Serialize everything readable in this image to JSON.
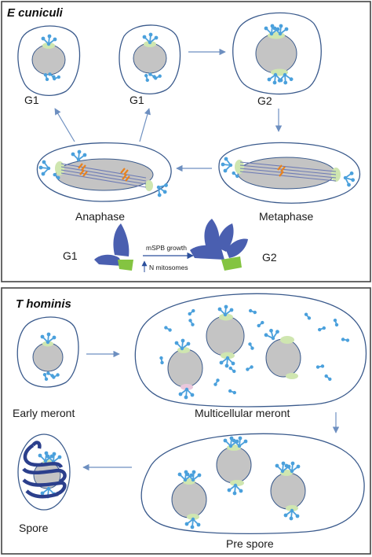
{
  "panels": {
    "top": {
      "title": "E cuniculi",
      "labels": {
        "g1_left": "G1",
        "g1_right": "G1",
        "g2": "G2",
        "anaphase": "Anaphase",
        "metaphase": "Metaphase"
      },
      "spb_cycle": {
        "g1": "G1",
        "g2": "G2",
        "growth": "mSPB growth",
        "mitosomes": "N mitosomes"
      }
    },
    "bottom": {
      "title": "T hominis",
      "labels": {
        "early_meront": "Early meront",
        "multicellular_meront": "Multicellular meront",
        "spore": "Spore",
        "pre_spore": "Pre spore"
      }
    }
  },
  "colors": {
    "cell_outline": "#3a5a8c",
    "nucleus": "#c4c4c4",
    "nucleus_outline": "#3a5a8c",
    "spb_green": "#cfe6b0",
    "mitosome_blue": "#4aa0dc",
    "spb_dark_blue": "#4a5fb0",
    "spb_bright_green": "#84c441",
    "chromosome_orange": "#e8821e",
    "spindle": "#6d7bb5",
    "arrow": "#6d8fc0",
    "polar_tube": "#2b3f8c"
  }
}
